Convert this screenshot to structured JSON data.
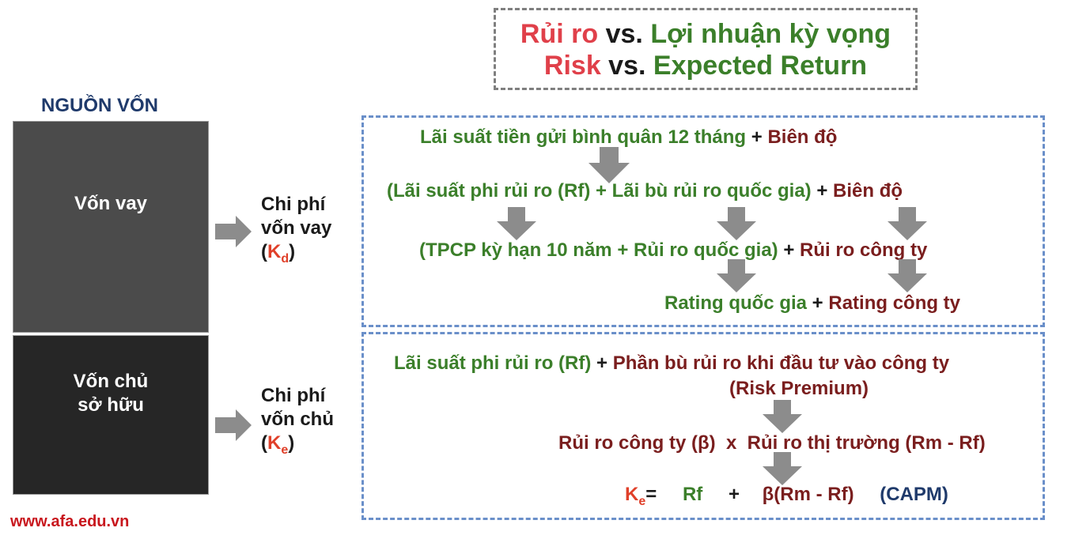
{
  "title": {
    "line1": {
      "red": "Rủi ro",
      "vs": " vs. ",
      "green": "Lợi nhuận kỳ vọng"
    },
    "line2": {
      "red": "Risk",
      "vs": " vs. ",
      "green": "Expected Return"
    }
  },
  "sources_label": "NGUỒN VỐN",
  "blocks": {
    "debt": "Vốn vay",
    "equity_line1": "Vốn chủ",
    "equity_line2": "sở hữu"
  },
  "cost_debt": {
    "line1": "Chi phí",
    "line2": "vốn vay",
    "open": "(",
    "k": "K",
    "sub": "d",
    "close": ")"
  },
  "cost_equity": {
    "line1": "Chi phí",
    "line2": "vốn chủ",
    "open": "(",
    "k": "K",
    "sub": "e",
    "close": ")"
  },
  "debt_box": {
    "r1": {
      "a": "Lãi suất tiền gửi bình quân 12 tháng",
      "plus": " + ",
      "b": "Biên độ"
    },
    "r2": {
      "a": "(Lãi suất phi rủi ro (Rf) + Lãi bù rủi ro quốc gia)",
      "plus": " + ",
      "b": "Biên độ"
    },
    "r3": {
      "a": "(TPCP kỳ hạn 10 năm + Rủi ro quốc gia)",
      "plus": " + ",
      "b": "Rủi ro công ty"
    },
    "r4": {
      "a": "Rating quốc gia",
      "plus": " + ",
      "b": "Rating công ty"
    }
  },
  "equity_box": {
    "r1": {
      "a": "Lãi suất phi rủi ro (Rf)",
      "plus": " + ",
      "b": "Phần bù rủi ro khi đầu tư vào công ty"
    },
    "r1b": "(Risk Premium)",
    "r2": "Rủi ro công ty (β)  x  Rủi ro thị trường (Rm - Rf)",
    "r3": {
      "k": "K",
      "sub": "e",
      "eq": "=",
      "rf": "Rf",
      "plus": "+",
      "beta": "β(Rm - Rf)",
      "capm": "(CAPM)"
    }
  },
  "footer_url": "www.afa.edu.vn",
  "colors": {
    "red": "#e0404a",
    "green": "#3b7f2a",
    "maroon": "#7a1e1e",
    "navy": "#1f3a6b",
    "arrow": "#8c8c8c",
    "dash_blue": "#6a8fc9"
  }
}
